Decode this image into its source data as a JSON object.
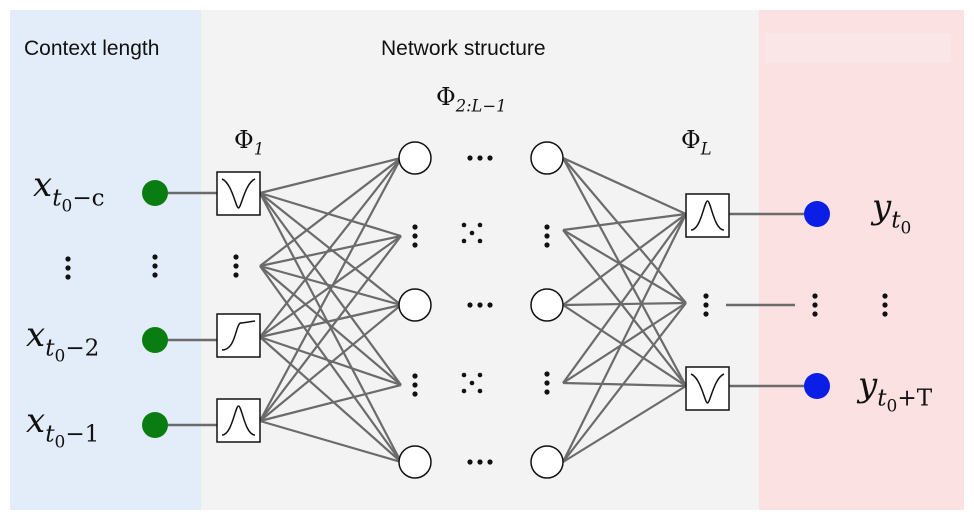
{
  "panels": {
    "context": {
      "label": "Context length",
      "color": "#e3edf9"
    },
    "network": {
      "label": "Network structure",
      "color": "#f3f3f3"
    },
    "output": {
      "label": "",
      "color": "#fbe1e1"
    }
  },
  "labels": {
    "phi_first": {
      "base": "Φ",
      "sub": "1"
    },
    "phi_mid": {
      "base": "Φ",
      "sub": "2:L−1"
    },
    "phi_last": {
      "base": "Φ",
      "sub": "L"
    }
  },
  "inputs": [
    {
      "base": "x",
      "sub": "t",
      "subsub": "0",
      "tail": "−c"
    },
    {
      "base": "x",
      "sub": "t",
      "subsub": "0",
      "tail": "−2"
    },
    {
      "base": "x",
      "sub": "t",
      "subsub": "0",
      "tail": "−1"
    }
  ],
  "outputs": [
    {
      "base": "y",
      "sub": "t",
      "subsub": "0",
      "tail": ""
    },
    {
      "base": "y",
      "sub": "t",
      "subsub": "0",
      "tail": "+T"
    }
  ],
  "colors": {
    "input_node": "#0a7d12",
    "output_node": "#0a1ee6",
    "edge": "#6b6b6b",
    "hidden_node_fill": "#ffffff",
    "stroke": "#111111"
  },
  "icons": {
    "input_activations": [
      "valley-curve-icon",
      "sigmoid-curve-icon",
      "bell-curve-icon"
    ],
    "output_activations": [
      "bell-curve-icon",
      "valley-curve-icon"
    ]
  }
}
